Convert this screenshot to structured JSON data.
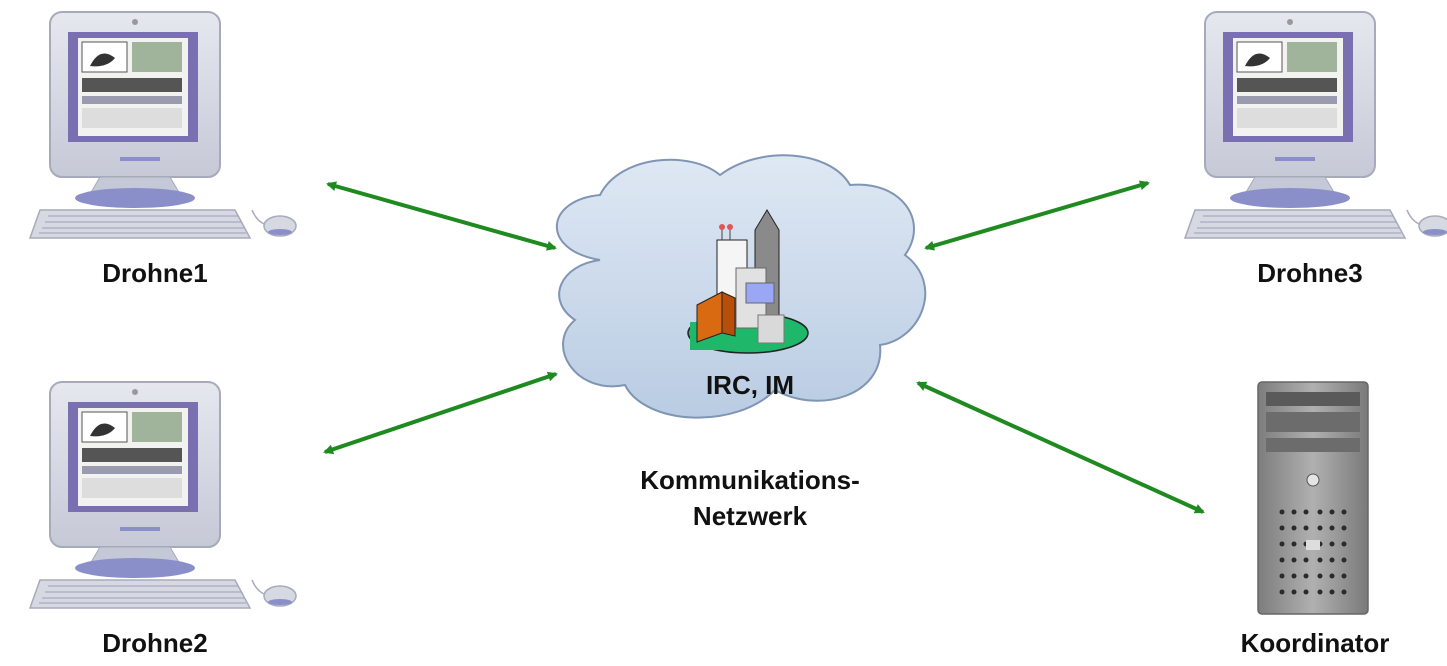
{
  "nodes": {
    "drohne1": "Drohne1",
    "drohne2": "Drohne2",
    "drohne3": "Drohne3",
    "koordinator": "Koordinator"
  },
  "network": {
    "protocol_label": "IRC, IM",
    "caption_line1": "Kommunikations-",
    "caption_line2": "Netzwerk"
  },
  "colors": {
    "arrow": "#1f8a1f",
    "cloud_fill": "#c9d9ec",
    "cloud_stroke": "#7f95b3",
    "monitor_bezel": "#d7d9e2",
    "screen_frame": "#7a6fb0",
    "stand": "#8a8fc9",
    "tower": "#9a9a9a"
  },
  "icons": [
    "monitor-icon",
    "keyboard-icon",
    "mouse-icon",
    "cloud-icon",
    "city-icon",
    "server-tower-icon"
  ]
}
